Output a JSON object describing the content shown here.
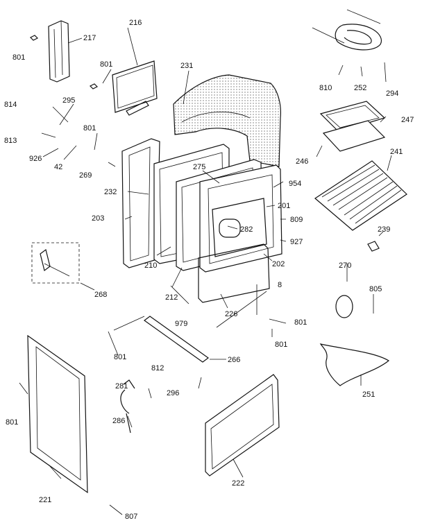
{
  "callouts": [
    {
      "key": "c801a",
      "text": "801"
    },
    {
      "key": "c217",
      "text": "217"
    },
    {
      "key": "c216",
      "text": "216"
    },
    {
      "key": "c801b",
      "text": "801"
    },
    {
      "key": "c231",
      "text": "231"
    },
    {
      "key": "c814",
      "text": "814"
    },
    {
      "key": "c295",
      "text": "295"
    },
    {
      "key": "c813",
      "text": "813"
    },
    {
      "key": "c926",
      "text": "926"
    },
    {
      "key": "c42",
      "text": "42"
    },
    {
      "key": "c801c",
      "text": "801"
    },
    {
      "key": "c269",
      "text": "269"
    },
    {
      "key": "c232",
      "text": "232"
    },
    {
      "key": "c203",
      "text": "203"
    },
    {
      "key": "c275",
      "text": "275"
    },
    {
      "key": "c954",
      "text": "954"
    },
    {
      "key": "c201",
      "text": "201"
    },
    {
      "key": "c809",
      "text": "809"
    },
    {
      "key": "c282",
      "text": "282"
    },
    {
      "key": "c927",
      "text": "927"
    },
    {
      "key": "c210",
      "text": "210"
    },
    {
      "key": "c202",
      "text": "202"
    },
    {
      "key": "c212",
      "text": "212"
    },
    {
      "key": "c8",
      "text": "8"
    },
    {
      "key": "c268",
      "text": "268"
    },
    {
      "key": "c226",
      "text": "226"
    },
    {
      "key": "c979",
      "text": "979"
    },
    {
      "key": "c801d",
      "text": "801"
    },
    {
      "key": "c801e",
      "text": "801"
    },
    {
      "key": "c801f",
      "text": "801"
    },
    {
      "key": "c266",
      "text": "266"
    },
    {
      "key": "c812",
      "text": "812"
    },
    {
      "key": "c281",
      "text": "281"
    },
    {
      "key": "c296",
      "text": "296"
    },
    {
      "key": "c286",
      "text": "286"
    },
    {
      "key": "c801g",
      "text": "801"
    },
    {
      "key": "c221",
      "text": "221"
    },
    {
      "key": "c222",
      "text": "222"
    },
    {
      "key": "c807",
      "text": "807"
    },
    {
      "key": "c810",
      "text": "810"
    },
    {
      "key": "c252",
      "text": "252"
    },
    {
      "key": "c294",
      "text": "294"
    },
    {
      "key": "c247",
      "text": "247"
    },
    {
      "key": "c246",
      "text": "246"
    },
    {
      "key": "c241",
      "text": "241"
    },
    {
      "key": "c239",
      "text": "239"
    },
    {
      "key": "c270",
      "text": "270"
    },
    {
      "key": "c805",
      "text": "805"
    },
    {
      "key": "c251",
      "text": "251"
    }
  ]
}
